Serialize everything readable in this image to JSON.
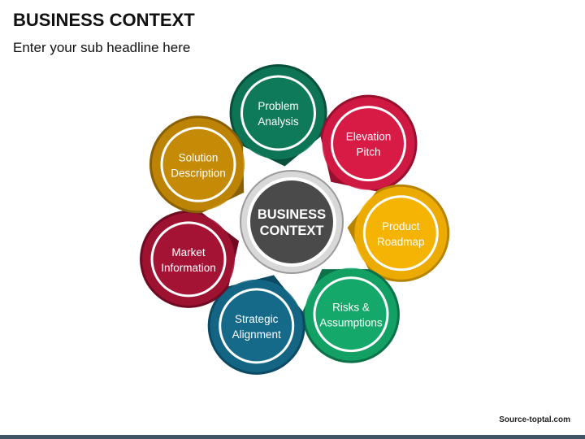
{
  "slide": {
    "title": "BUSINESS CONTEXT",
    "subtitle": "Enter your sub headline here",
    "credit": "Source-toptal.com"
  },
  "center": {
    "lines": [
      "BUSINESS",
      "CONTEXT"
    ],
    "color": "#4a4a4a"
  },
  "petals": [
    {
      "lines": [
        "Problem",
        "Analysis"
      ],
      "color": "#0e7a5a",
      "dark": "#07513c",
      "icon": "problem-analysis"
    },
    {
      "lines": [
        "Elevation",
        "Pitch"
      ],
      "color": "#d81b45",
      "dark": "#98102e",
      "icon": "elevation-pitch"
    },
    {
      "lines": [
        "Product",
        "Roadmap"
      ],
      "color": "#f5b304",
      "dark": "#b88300",
      "icon": "product-roadmap"
    },
    {
      "lines": [
        "Risks &",
        "Assumptions"
      ],
      "color": "#14a86a",
      "dark": "#0b7148",
      "icon": "risks-assumptions"
    },
    {
      "lines": [
        "Strategic",
        "Alignment"
      ],
      "color": "#156a8a",
      "dark": "#0b4a62",
      "icon": "strategic-alignment"
    },
    {
      "lines": [
        "Market",
        "Information"
      ],
      "color": "#a51334",
      "dark": "#700a22",
      "icon": "market-information"
    },
    {
      "lines": [
        "Solution",
        "Description"
      ],
      "color": "#c58a06",
      "dark": "#8a6004",
      "icon": "solution-description"
    }
  ],
  "colors": {
    "connector": "#555555",
    "footer": "#3f5566"
  }
}
